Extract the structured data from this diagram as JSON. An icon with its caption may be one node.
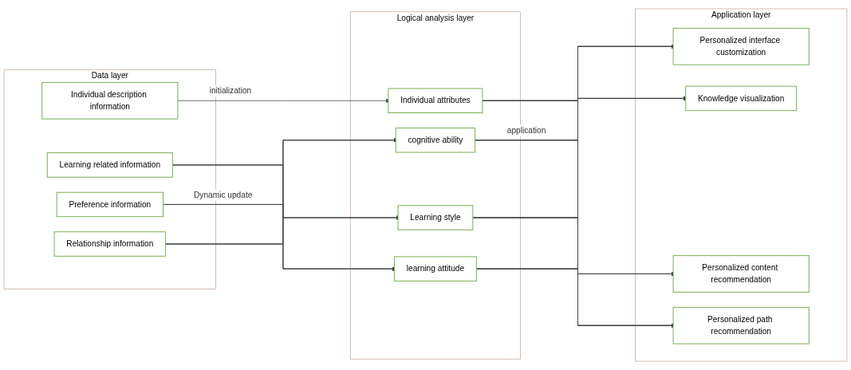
{
  "diagram": {
    "nodes": [
      {
        "text": [
          "Data layer"
        ]
      },
      {
        "text": [
          "Individual description information"
        ],
        "in": 0
      },
      {
        "text": [
          "Learning related information"
        ],
        "in": 0
      },
      {
        "text": [
          "Preference information"
        ],
        "in": 0
      },
      {
        "text": [
          "Relationship information"
        ],
        "in": 0
      },
      {
        "text": [
          "Logical analysis layer"
        ]
      },
      {
        "text": [
          "Individual attributes"
        ],
        "in": 5
      },
      {
        "text": [
          "cognitive ability"
        ],
        "in": 5
      },
      {
        "text": [
          "Learning style"
        ],
        "in": 5
      },
      {
        "text": [
          "learning attitude"
        ],
        "in": 5
      },
      {
        "text": [
          "Application layer"
        ]
      },
      {
        "text": [
          "Personalized interface customization"
        ],
        "in": 10
      },
      {
        "text": [
          "Knowledge visualization"
        ],
        "in": 10
      },
      {
        "text": [
          "Personalized content recommendation"
        ],
        "in": 10
      },
      {
        "text": [
          "Personalized path recommendation"
        ],
        "in": 10
      }
    ],
    "edges": [
      {
        "from": 1,
        "to": 6,
        "arrow": "to",
        "label": "initialization"
      },
      {
        "from": 2,
        "to": 7,
        "arrow": "to"
      },
      {
        "from": 2,
        "to": 8,
        "arrow": "to"
      },
      {
        "from": 2,
        "to": 9,
        "arrow": "to"
      },
      {
        "from": 3,
        "to": 7,
        "arrow": "to"
      },
      {
        "from": 3,
        "to": 8,
        "arrow": "to",
        "label": "Dynamic update"
      },
      {
        "from": 3,
        "to": 9,
        "arrow": "to"
      },
      {
        "from": 4,
        "to": 7,
        "arrow": "to"
      },
      {
        "from": 4,
        "to": 8,
        "arrow": "to"
      },
      {
        "from": 4,
        "to": 9,
        "arrow": "to"
      },
      {
        "from": 6,
        "to": 11,
        "arrow": "to"
      },
      {
        "from": 6,
        "to": 12,
        "arrow": "to"
      },
      {
        "from": 6,
        "to": 13,
        "arrow": "to"
      },
      {
        "from": 6,
        "to": 14,
        "arrow": "to"
      },
      {
        "from": 7,
        "to": 11,
        "arrow": "to"
      },
      {
        "from": 7,
        "to": 12,
        "arrow": "to",
        "label": "application"
      },
      {
        "from": 7,
        "to": 13,
        "arrow": "to"
      },
      {
        "from": 7,
        "to": 14,
        "arrow": "to"
      },
      {
        "from": 8,
        "to": 11,
        "arrow": "to"
      },
      {
        "from": 8,
        "to": 12,
        "arrow": "to"
      },
      {
        "from": 8,
        "to": 13,
        "arrow": "to"
      },
      {
        "from": 8,
        "to": 14,
        "arrow": "to"
      },
      {
        "from": 9,
        "to": 11,
        "arrow": "to"
      },
      {
        "from": 9,
        "to": 12,
        "arrow": "to"
      },
      {
        "from": 9,
        "to": 13,
        "arrow": "to"
      },
      {
        "from": 9,
        "to": 14,
        "arrow": "to"
      }
    ]
  }
}
